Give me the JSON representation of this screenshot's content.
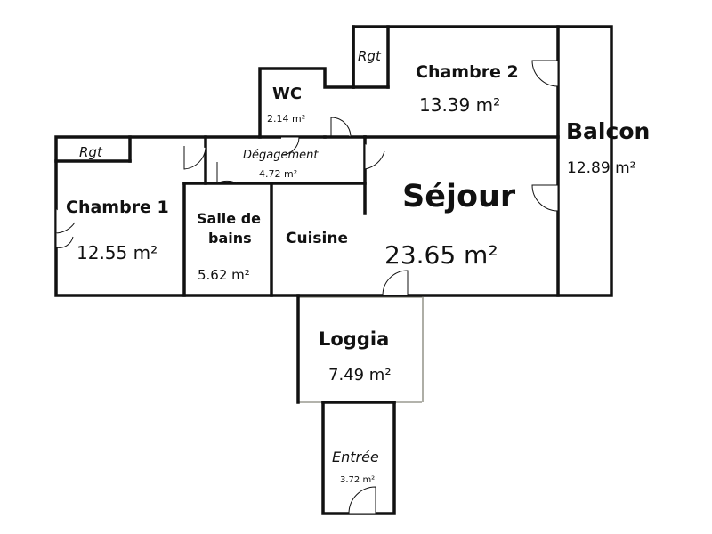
{
  "rooms": {
    "chambre2": {
      "name": "Chambre 2",
      "area": "13.39 m²"
    },
    "rgt_top": {
      "name": "Rgt"
    },
    "wc": {
      "name": "WC",
      "area": "2.14 m²"
    },
    "balcon": {
      "name": "Balcon",
      "area": "12.89 m²"
    },
    "rgt_left": {
      "name": "Rgt"
    },
    "degagement": {
      "name": "Dégagement",
      "area": "4.72 m²"
    },
    "chambre1": {
      "name": "Chambre 1",
      "area": "12.55 m²"
    },
    "salle_de_bains": {
      "name_line1": "Salle de",
      "name_line2": "bains",
      "area": "5.62 m²"
    },
    "cuisine": {
      "name": "Cuisine"
    },
    "sejour": {
      "name": "Séjour",
      "area": "23.65 m²"
    },
    "loggia": {
      "name": "Loggia",
      "area": "7.49 m²"
    },
    "entree": {
      "name": "Entrée",
      "area": "3.72 m²"
    }
  },
  "colors": {
    "wall": "#111111",
    "window": "#9a9a90",
    "background": "#ffffff"
  }
}
